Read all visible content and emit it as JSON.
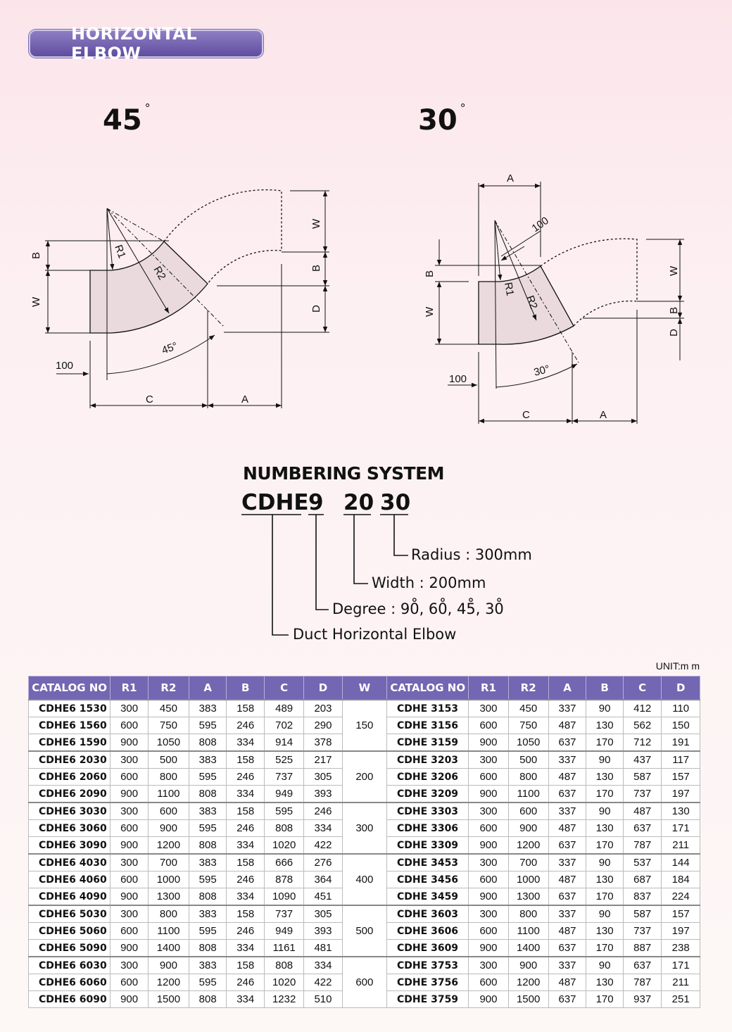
{
  "header": {
    "title": "HORIZONTAL ELBOW"
  },
  "angles": {
    "left": "45",
    "right": "30",
    "deg_symbol": "°"
  },
  "diagram45": {
    "labels": {
      "B": "B",
      "W": "W",
      "R1": "R1",
      "R2": "R2",
      "W_right": "W",
      "B_right": "B",
      "D": "D",
      "angle": "45°",
      "offset": "100",
      "C": "C",
      "A": "A"
    }
  },
  "diagram30": {
    "labels": {
      "A_top": "A",
      "offset_top": "100",
      "B": "B",
      "W": "W",
      "R1": "R1",
      "R2": "R2",
      "W_right": "W",
      "B_right": "B",
      "D": "D",
      "angle": "30°",
      "offset": "100",
      "C": "C",
      "A": "A"
    }
  },
  "numbering": {
    "title": "NUMBERING SYSTEM",
    "code": [
      "CDHE",
      "9",
      "20",
      "30"
    ],
    "legend": [
      "Radius : 300mm",
      "Width : 200mm",
      "Degree : 90̊, 60̊, 45̊, 30̊",
      "Duct Horizontal Elbow"
    ]
  },
  "unit": "UNIT:m m",
  "table": {
    "headers": [
      "CATALOG NO",
      "R1",
      "R2",
      "A",
      "B",
      "C",
      "D",
      "W",
      "CATALOG NO",
      "R1",
      "R2",
      "A",
      "B",
      "C",
      "D"
    ],
    "groups": [
      {
        "w": "150",
        "rows": [
          [
            "CDHE6 1530",
            "300",
            "450",
            "383",
            "158",
            "489",
            "203",
            "CDHE 3153",
            "300",
            "450",
            "337",
            "90",
            "412",
            "110"
          ],
          [
            "CDHE6 1560",
            "600",
            "750",
            "595",
            "246",
            "702",
            "290",
            "CDHE 3156",
            "600",
            "750",
            "487",
            "130",
            "562",
            "150"
          ],
          [
            "CDHE6 1590",
            "900",
            "1050",
            "808",
            "334",
            "914",
            "378",
            "CDHE 3159",
            "900",
            "1050",
            "637",
            "170",
            "712",
            "191"
          ]
        ]
      },
      {
        "w": "200",
        "rows": [
          [
            "CDHE6 2030",
            "300",
            "500",
            "383",
            "158",
            "525",
            "217",
            "CDHE 3203",
            "300",
            "500",
            "337",
            "90",
            "437",
            "117"
          ],
          [
            "CDHE6 2060",
            "600",
            "800",
            "595",
            "246",
            "737",
            "305",
            "CDHE 3206",
            "600",
            "800",
            "487",
            "130",
            "587",
            "157"
          ],
          [
            "CDHE6 2090",
            "900",
            "1100",
            "808",
            "334",
            "949",
            "393",
            "CDHE 3209",
            "900",
            "1100",
            "637",
            "170",
            "737",
            "197"
          ]
        ]
      },
      {
        "w": "300",
        "rows": [
          [
            "CDHE6 3030",
            "300",
            "600",
            "383",
            "158",
            "595",
            "246",
            "CDHE 3303",
            "300",
            "600",
            "337",
            "90",
            "487",
            "130"
          ],
          [
            "CDHE6 3060",
            "600",
            "900",
            "595",
            "246",
            "808",
            "334",
            "CDHE 3306",
            "600",
            "900",
            "487",
            "130",
            "637",
            "171"
          ],
          [
            "CDHE6 3090",
            "900",
            "1200",
            "808",
            "334",
            "1020",
            "422",
            "CDHE 3309",
            "900",
            "1200",
            "637",
            "170",
            "787",
            "211"
          ]
        ]
      },
      {
        "w": "400",
        "rows": [
          [
            "CDHE6 4030",
            "300",
            "700",
            "383",
            "158",
            "666",
            "276",
            "CDHE 3453",
            "300",
            "700",
            "337",
            "90",
            "537",
            "144"
          ],
          [
            "CDHE6 4060",
            "600",
            "1000",
            "595",
            "246",
            "878",
            "364",
            "CDHE 3456",
            "600",
            "1000",
            "487",
            "130",
            "687",
            "184"
          ],
          [
            "CDHE6 4090",
            "900",
            "1300",
            "808",
            "334",
            "1090",
            "451",
            "CDHE 3459",
            "900",
            "1300",
            "637",
            "170",
            "837",
            "224"
          ]
        ]
      },
      {
        "w": "500",
        "rows": [
          [
            "CDHE6 5030",
            "300",
            "800",
            "383",
            "158",
            "737",
            "305",
            "CDHE 3603",
            "300",
            "800",
            "337",
            "90",
            "587",
            "157"
          ],
          [
            "CDHE6 5060",
            "600",
            "1100",
            "595",
            "246",
            "949",
            "393",
            "CDHE 3606",
            "600",
            "1100",
            "487",
            "130",
            "737",
            "197"
          ],
          [
            "CDHE6 5090",
            "900",
            "1400",
            "808",
            "334",
            "1161",
            "481",
            "CDHE 3609",
            "900",
            "1400",
            "637",
            "170",
            "887",
            "238"
          ]
        ]
      },
      {
        "w": "600",
        "rows": [
          [
            "CDHE6 6030",
            "300",
            "900",
            "383",
            "158",
            "808",
            "334",
            "CDHE 3753",
            "300",
            "900",
            "337",
            "90",
            "637",
            "171"
          ],
          [
            "CDHE6 6060",
            "600",
            "1200",
            "595",
            "246",
            "1020",
            "422",
            "CDHE 3756",
            "600",
            "1200",
            "487",
            "130",
            "787",
            "211"
          ],
          [
            "CDHE6 6090",
            "900",
            "1500",
            "808",
            "334",
            "1232",
            "510",
            "CDHE 3759",
            "900",
            "1500",
            "637",
            "170",
            "937",
            "251"
          ]
        ]
      }
    ]
  }
}
